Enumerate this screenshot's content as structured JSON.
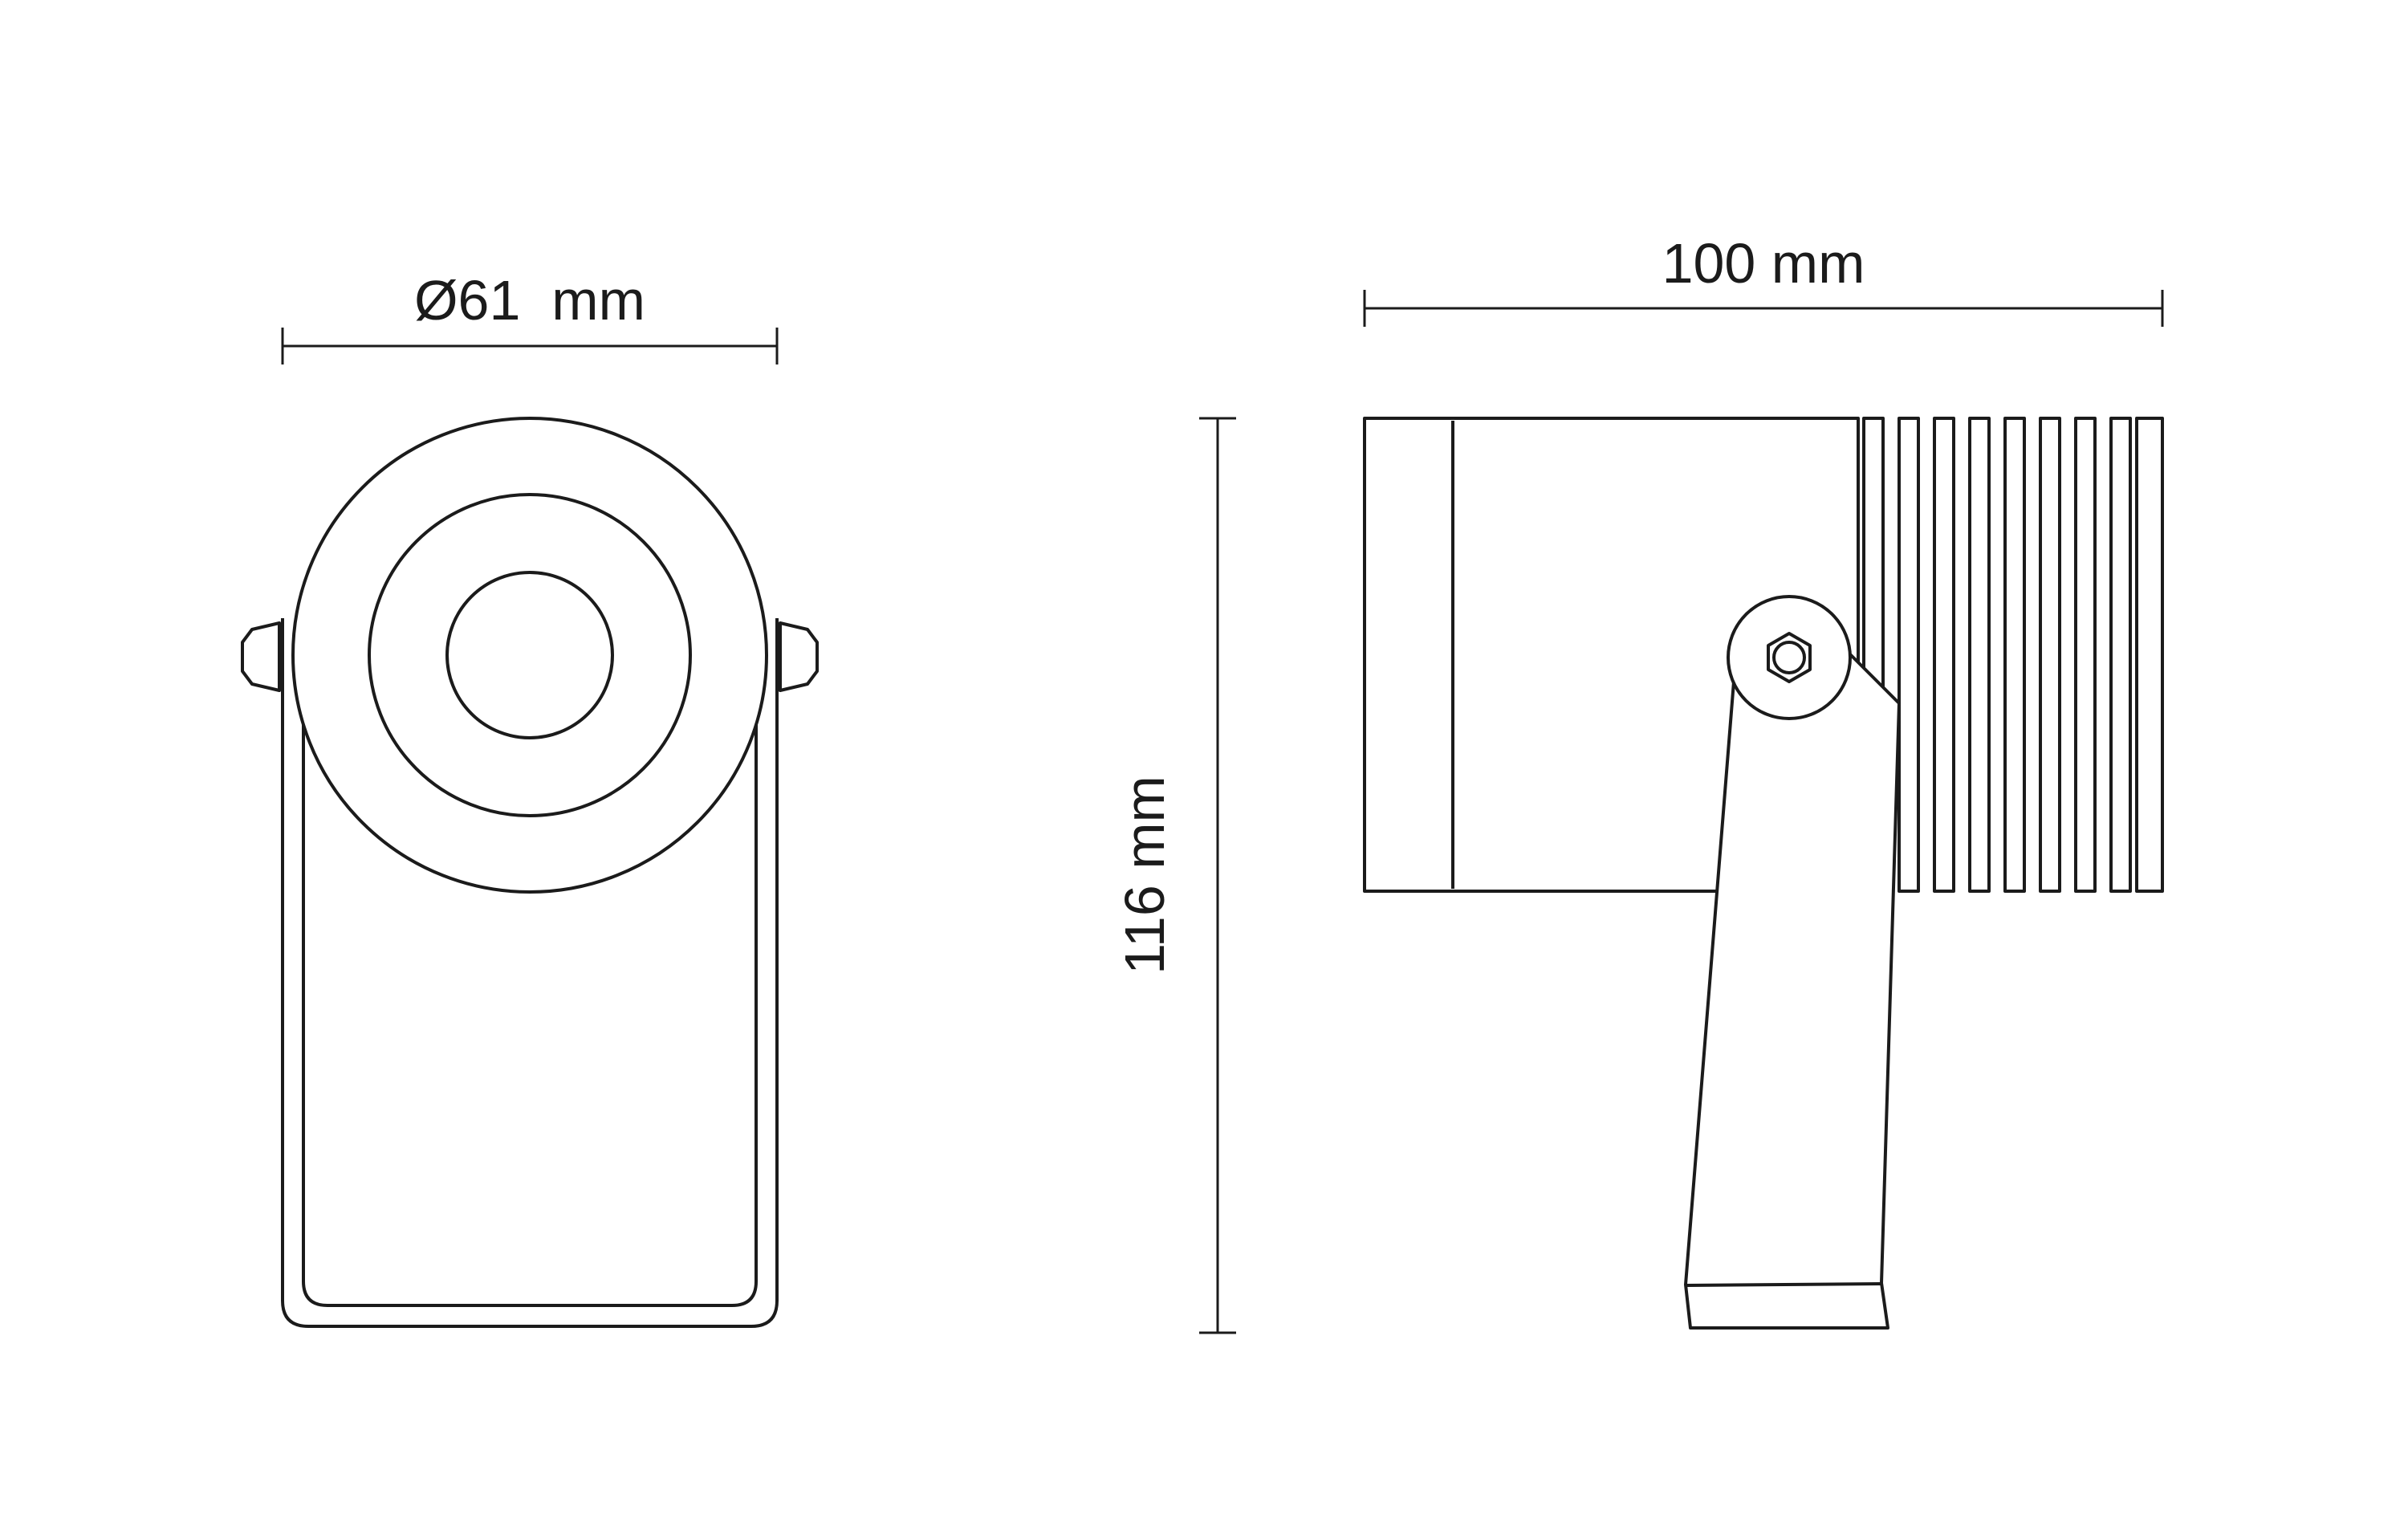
{
  "colors": {
    "line": "#1b1b1b",
    "background": "#ffffff"
  },
  "front_view": {
    "diameter_label": "Ø61  mm"
  },
  "side_view": {
    "width_label": "100 mm",
    "height_label": "116 mm"
  }
}
